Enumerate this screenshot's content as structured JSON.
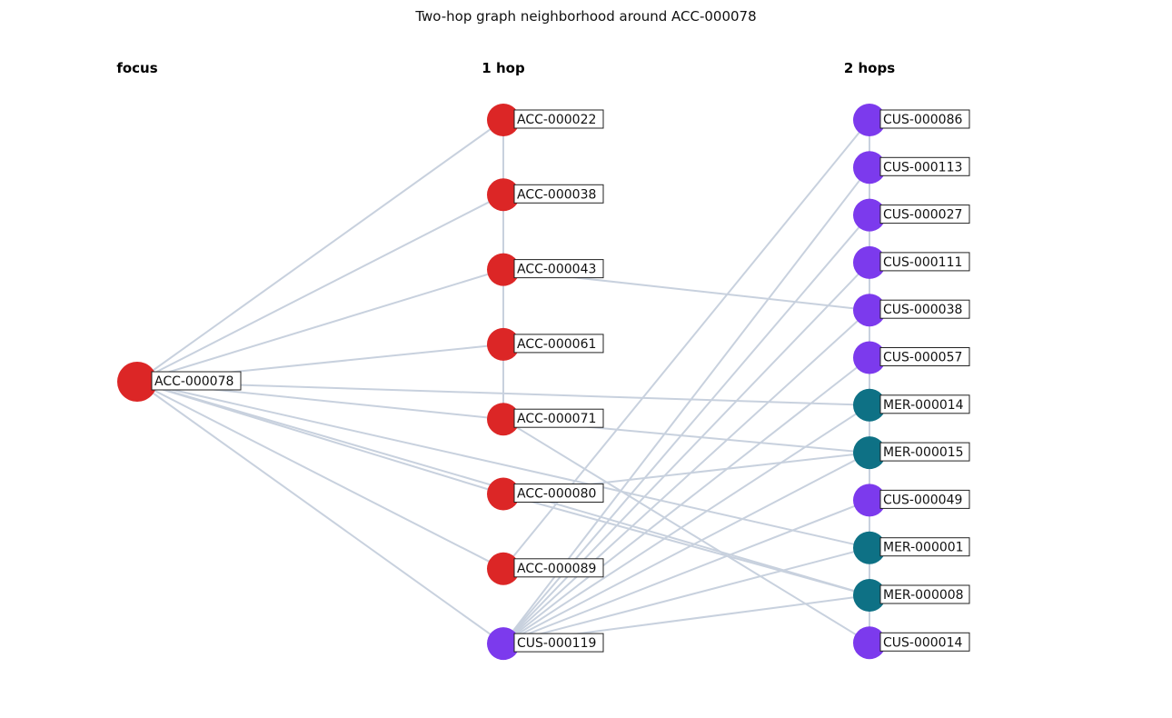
{
  "title": "Two-hop graph neighborhood around ACC-000078",
  "columns": {
    "focus": "focus",
    "hop1": "1 hop",
    "hop2": "2 hops"
  },
  "colors": {
    "account": "#dc2626",
    "customer": "#7c3aed",
    "merchant": "#0e7185",
    "edge": "#c8d1de"
  },
  "nodes": {
    "focus": [
      {
        "id": "ACC-000078",
        "kind": "account"
      }
    ],
    "hop1": [
      {
        "id": "ACC-000022",
        "kind": "account"
      },
      {
        "id": "ACC-000038",
        "kind": "account"
      },
      {
        "id": "ACC-000043",
        "kind": "account"
      },
      {
        "id": "ACC-000061",
        "kind": "account"
      },
      {
        "id": "ACC-000071",
        "kind": "account"
      },
      {
        "id": "ACC-000080",
        "kind": "account"
      },
      {
        "id": "ACC-000089",
        "kind": "account"
      },
      {
        "id": "CUS-000119",
        "kind": "customer"
      }
    ],
    "hop2": [
      {
        "id": "CUS-000086",
        "kind": "customer"
      },
      {
        "id": "CUS-000113",
        "kind": "customer"
      },
      {
        "id": "CUS-000027",
        "kind": "customer"
      },
      {
        "id": "CUS-000111",
        "kind": "customer"
      },
      {
        "id": "CUS-000038",
        "kind": "customer"
      },
      {
        "id": "CUS-000057",
        "kind": "customer"
      },
      {
        "id": "MER-000014",
        "kind": "merchant"
      },
      {
        "id": "MER-000015",
        "kind": "merchant"
      },
      {
        "id": "CUS-000049",
        "kind": "customer"
      },
      {
        "id": "MER-000001",
        "kind": "merchant"
      },
      {
        "id": "MER-000008",
        "kind": "merchant"
      },
      {
        "id": "CUS-000014",
        "kind": "customer"
      }
    ]
  },
  "edges": [
    [
      "ACC-000078",
      "ACC-000022"
    ],
    [
      "ACC-000078",
      "ACC-000038"
    ],
    [
      "ACC-000078",
      "ACC-000043"
    ],
    [
      "ACC-000078",
      "ACC-000061"
    ],
    [
      "ACC-000078",
      "ACC-000071"
    ],
    [
      "ACC-000078",
      "ACC-000080"
    ],
    [
      "ACC-000078",
      "ACC-000089"
    ],
    [
      "ACC-000078",
      "CUS-000119"
    ],
    [
      "ACC-000078",
      "MER-000014"
    ],
    [
      "ACC-000078",
      "MER-000001"
    ],
    [
      "ACC-000078",
      "MER-000008"
    ],
    [
      "ACC-000022",
      "ACC-000038"
    ],
    [
      "ACC-000038",
      "ACC-000043"
    ],
    [
      "ACC-000043",
      "ACC-000061"
    ],
    [
      "ACC-000061",
      "ACC-000071"
    ],
    [
      "ACC-000043",
      "CUS-000038"
    ],
    [
      "ACC-000071",
      "MER-000015"
    ],
    [
      "ACC-000071",
      "CUS-000014"
    ],
    [
      "ACC-000080",
      "MER-000015"
    ],
    [
      "ACC-000080",
      "MER-000008"
    ],
    [
      "ACC-000089",
      "CUS-000086"
    ],
    [
      "CUS-000119",
      "CUS-000113"
    ],
    [
      "CUS-000119",
      "CUS-000027"
    ],
    [
      "CUS-000119",
      "CUS-000111"
    ],
    [
      "CUS-000119",
      "CUS-000038"
    ],
    [
      "CUS-000119",
      "CUS-000057"
    ],
    [
      "CUS-000119",
      "MER-000014"
    ],
    [
      "CUS-000119",
      "MER-000015"
    ],
    [
      "CUS-000119",
      "CUS-000049"
    ],
    [
      "CUS-000119",
      "MER-000001"
    ],
    [
      "CUS-000119",
      "MER-000008"
    ],
    [
      "CUS-000086",
      "CUS-000113"
    ],
    [
      "CUS-000113",
      "CUS-000027"
    ],
    [
      "CUS-000027",
      "CUS-000111"
    ],
    [
      "CUS-000111",
      "CUS-000038"
    ],
    [
      "CUS-000038",
      "CUS-000057"
    ],
    [
      "CUS-000057",
      "MER-000014"
    ],
    [
      "MER-000014",
      "MER-000015"
    ],
    [
      "MER-000015",
      "CUS-000049"
    ],
    [
      "CUS-000049",
      "MER-000001"
    ],
    [
      "MER-000001",
      "MER-000008"
    ],
    [
      "MER-000008",
      "CUS-000014"
    ]
  ]
}
